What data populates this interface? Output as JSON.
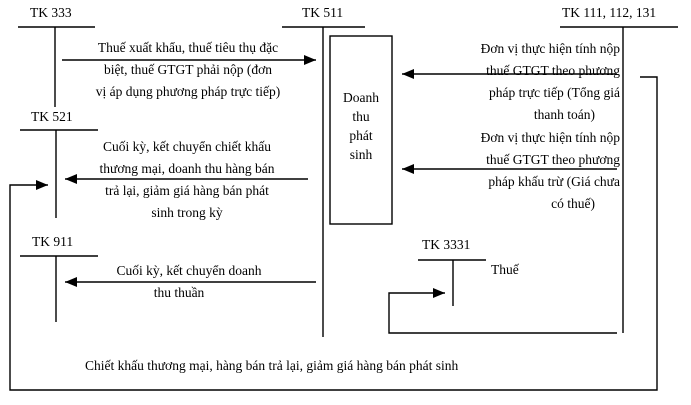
{
  "accounts": {
    "tk333": "TK 333",
    "tk511": "TK 511",
    "tk111": "TK 111, 112, 131",
    "tk521": "TK 521",
    "tk911": "TK 911",
    "tk3331": "TK 3331"
  },
  "center_box": [
    "Doanh",
    "thu",
    "phát",
    "sinh"
  ],
  "flows": {
    "export_tax": [
      "Thuế xuất khẩu, thuế tiêu thụ đặc",
      "biệt, thuế GTGT phải nộp (đơn",
      "vị áp dụng phương pháp trực tiếp)"
    ],
    "direct_method": [
      "Đơn vị thực hiện tính nộp",
      "thuế GTGT theo phương",
      "pháp trực tiếp (Tổng giá",
      "thanh toán)"
    ],
    "deduction_method": [
      "Đơn vị thực hiện tính nộp",
      "thuế GTGT theo phương",
      "pháp khấu trừ (Giá chưa",
      "có thuế)"
    ],
    "discount_transfer": [
      "Cuối kỳ, kết chuyển chiết khấu",
      "thương mại, doanh thu hàng bán",
      "trả lại, giảm giá hàng bán phát",
      "sinh trong kỳ"
    ],
    "net_revenue": [
      "Cuối kỳ, kết chuyển doanh",
      "thu thuần"
    ],
    "tax": "Thuế",
    "bottom": "Chiết khấu thương mại, hàng bán trả lại, giảm giá hàng bán phát sinh"
  },
  "colors": {
    "line": "#000000",
    "background": "#ffffff"
  }
}
